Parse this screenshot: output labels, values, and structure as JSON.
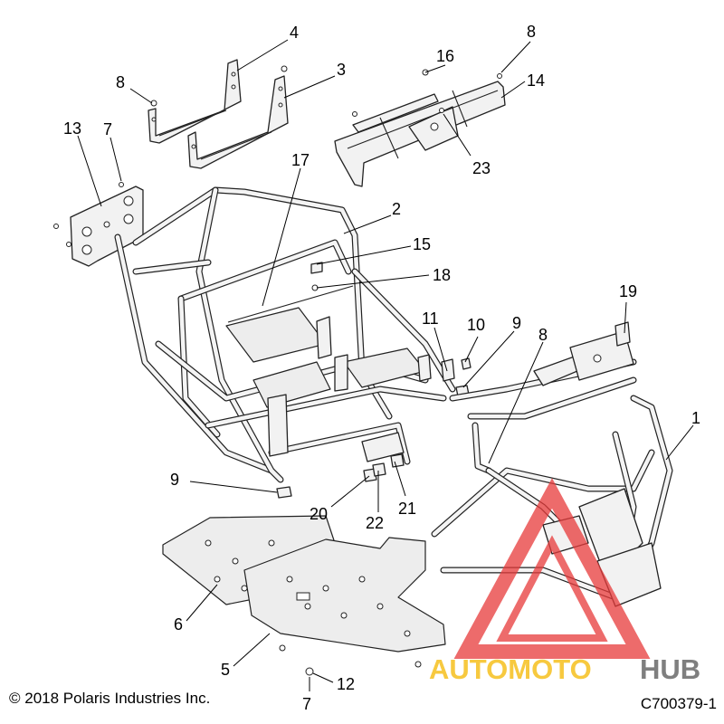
{
  "callouts": [
    {
      "id": "c1",
      "label": "1"
    },
    {
      "id": "c2",
      "label": "2"
    },
    {
      "id": "c3",
      "label": "3"
    },
    {
      "id": "c4",
      "label": "4"
    },
    {
      "id": "c5",
      "label": "5"
    },
    {
      "id": "c6",
      "label": "6"
    },
    {
      "id": "c7a",
      "label": "7"
    },
    {
      "id": "c7b",
      "label": "7"
    },
    {
      "id": "c8a",
      "label": "8"
    },
    {
      "id": "c8b",
      "label": "8"
    },
    {
      "id": "c8c",
      "label": "8"
    },
    {
      "id": "c9a",
      "label": "9"
    },
    {
      "id": "c9b",
      "label": "9"
    },
    {
      "id": "c10",
      "label": "10"
    },
    {
      "id": "c11",
      "label": "11"
    },
    {
      "id": "c12",
      "label": "12"
    },
    {
      "id": "c13",
      "label": "13"
    },
    {
      "id": "c14",
      "label": "14"
    },
    {
      "id": "c15",
      "label": "15"
    },
    {
      "id": "c16",
      "label": "16"
    },
    {
      "id": "c17",
      "label": "17"
    },
    {
      "id": "c18",
      "label": "18"
    },
    {
      "id": "c19",
      "label": "19"
    },
    {
      "id": "c20",
      "label": "20"
    },
    {
      "id": "c21",
      "label": "21"
    },
    {
      "id": "c22",
      "label": "22"
    },
    {
      "id": "c23",
      "label": "23"
    }
  ],
  "footer": {
    "copyright": "© 2018 Polaris Industries Inc.",
    "figure_code": "C700379-1"
  },
  "watermark": {
    "text_part1": "AUTOMOTO",
    "text_part2": "HUB",
    "color_accent": "#f5b800",
    "color_dark": "#555555",
    "triangle_color": "#e83a3a"
  }
}
